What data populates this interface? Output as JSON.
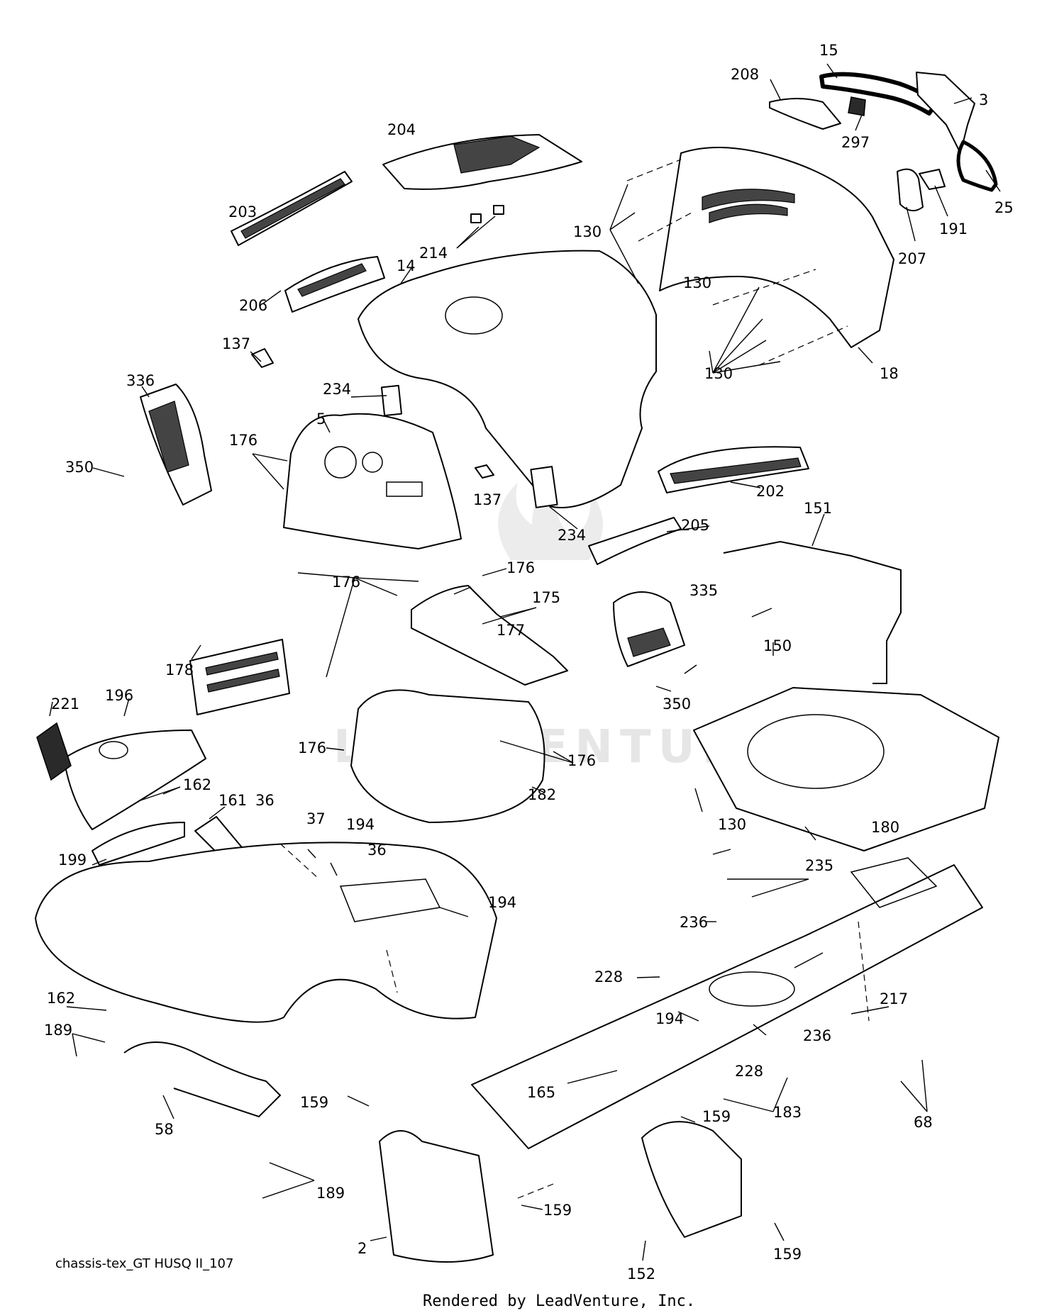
{
  "diagram_id": "chassis-tex_GT HUSQ II_107",
  "rendered_by": "Rendered by LeadVenture, Inc.",
  "watermark": "LEADVENTURE",
  "labels": [
    "15",
    "208",
    "3",
    "204",
    "297",
    "25",
    "191",
    "203",
    "214",
    "130",
    "207",
    "14",
    "130",
    "206",
    "137",
    "130",
    "18",
    "336",
    "234",
    "5",
    "176",
    "350",
    "137",
    "202",
    "234",
    "205",
    "151",
    "176",
    "176",
    "175",
    "335",
    "177",
    "150",
    "178",
    "196",
    "221",
    "350",
    "176",
    "176",
    "162",
    "161",
    "36",
    "182",
    "37",
    "130",
    "180",
    "194",
    "199",
    "36",
    "235",
    "194",
    "236",
    "228",
    "162",
    "189",
    "236",
    "217",
    "194",
    "228",
    "165",
    "58",
    "159",
    "183",
    "68",
    "159",
    "189",
    "159",
    "2",
    "159",
    "152"
  ],
  "icons": {
    "watermark_logo": "leadventure-flame-icon"
  }
}
